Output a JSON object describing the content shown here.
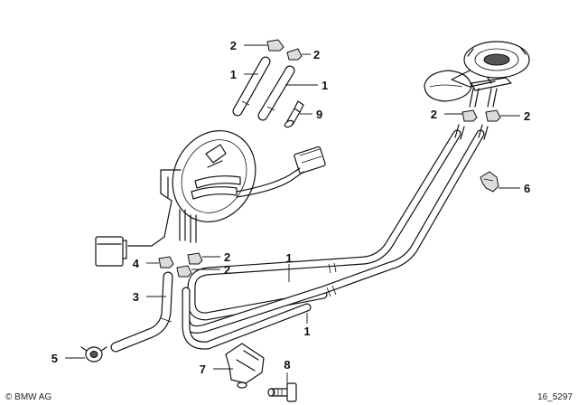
{
  "callouts": {
    "c_2a": "2",
    "c_2b": "2",
    "c_1a": "1",
    "c_1b": "1",
    "c_9": "9",
    "c_2c": "2",
    "c_2d": "2",
    "c_6": "6",
    "c_2e": "2",
    "c_4": "4",
    "c_2f": "2",
    "c_3": "3",
    "c_1c": "1",
    "c_1d": "1",
    "c_5": "5",
    "c_7": "7",
    "c_8": "8"
  },
  "footer": {
    "copyright": "© BMW AG",
    "diagram_id": "16_5297"
  }
}
